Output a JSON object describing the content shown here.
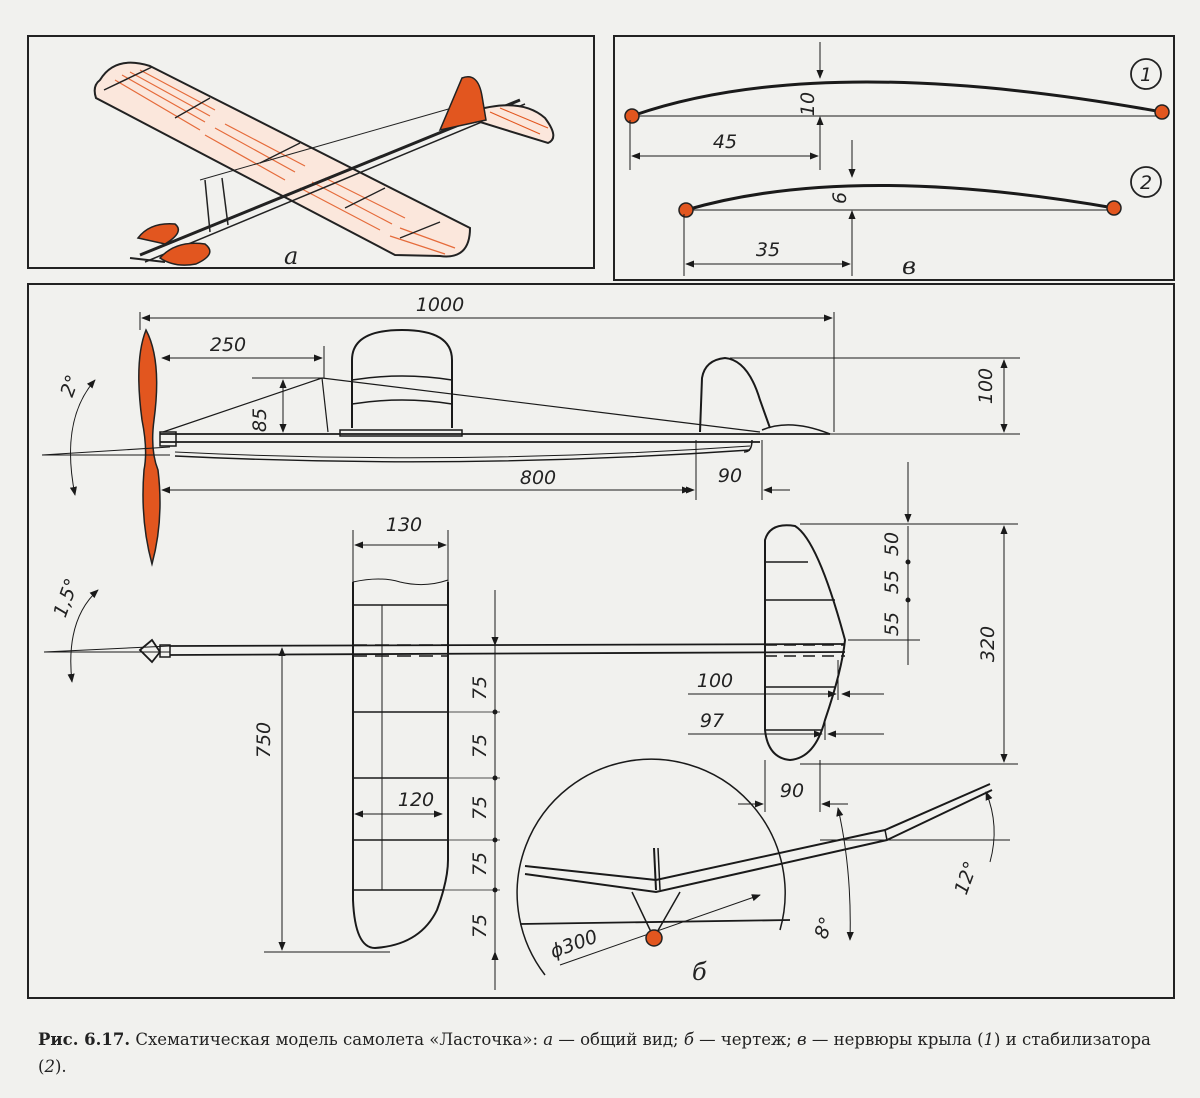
{
  "panels": {
    "general_view_label": "а",
    "drawing_label": "б",
    "ribs_label": "в"
  },
  "ribs": {
    "rib1_marker": "1",
    "rib2_marker": "2",
    "rib1_height": "10",
    "rib1_offset": "45",
    "rib2_height": "6",
    "rib2_offset": "35"
  },
  "side_view": {
    "overall_length": "1000",
    "wing_position": "250",
    "pylon_height": "85",
    "fin_height": "100",
    "motor_length": "800",
    "fin_chord": "90",
    "prop_angle": "2°"
  },
  "top_view": {
    "wing_chord": "130",
    "half_span": "750",
    "rib_spacing": [
      "75",
      "75",
      "75",
      "75",
      "75"
    ],
    "tip_chord": "120",
    "stab_span": "320",
    "stab_spacing": [
      "50",
      "55",
      "55"
    ],
    "stab_dim_100": "100",
    "stab_dim_97": "97",
    "stab_chord": "90",
    "prop_angle": "1,5°"
  },
  "front_view": {
    "prop_diameter": "ϕ300",
    "dihedral_inner": "8°",
    "dihedral_outer": "12°"
  },
  "caption": {
    "figure": "Рис. 6.17.",
    "text": "Схематическая модель самолета «Ласточка»:",
    "a_letter": "а",
    "a_text": "— общий вид;",
    "b_letter": "б",
    "b_text": "— чертеж;",
    "v_letter": "в",
    "v_text": "— нервюры крыла (",
    "one": "1",
    "mid": ") и стабилизатора (",
    "two": "2",
    "end": ")."
  },
  "colors": {
    "accent": "#e2561f",
    "line": "#1a1a1a"
  }
}
